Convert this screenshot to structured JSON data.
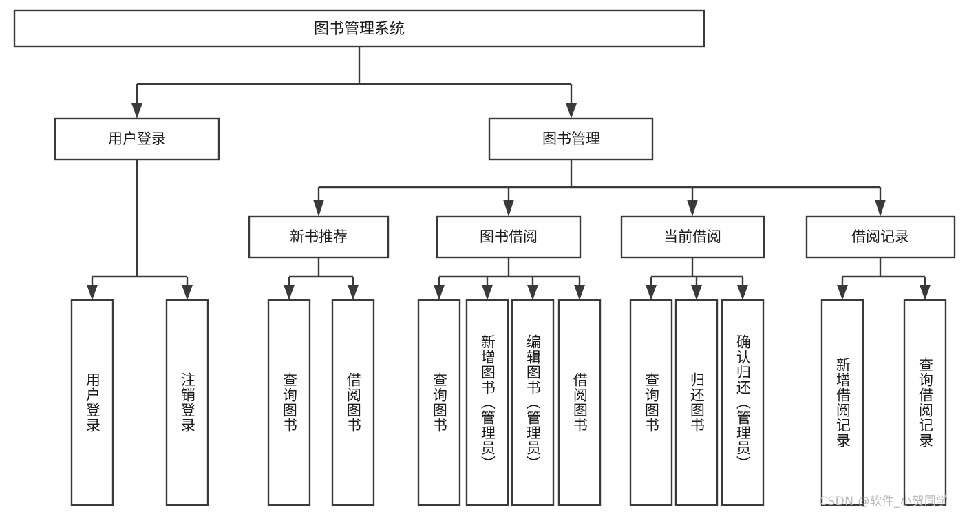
{
  "diagram": {
    "type": "tree-hierarchy",
    "title": "图书管理系统",
    "orientation": "top-down",
    "colors": {
      "box_fill": "#ffffff",
      "box_stroke": "#3a3a3a",
      "text": "#1b1b1b",
      "watermark": "#b9b9b9",
      "background": "#ffffff"
    },
    "root": {
      "label": "图书管理系统",
      "level": 1
    },
    "level2": [
      {
        "label": "用户登录"
      },
      {
        "label": "图书管理"
      }
    ],
    "level3": [
      {
        "label": "新书推荐"
      },
      {
        "label": "图书借阅"
      },
      {
        "label": "当前借阅"
      },
      {
        "label": "借阅记录"
      }
    ],
    "leaves": {
      "user_login": [
        {
          "label": "用户登录"
        },
        {
          "label": "注销登录"
        }
      ],
      "new_book_recommend": [
        {
          "label": "查询图书"
        },
        {
          "label": "借阅图书"
        }
      ],
      "book_borrow": [
        {
          "label": "查询图书"
        },
        {
          "label": "新增图书（管理员）"
        },
        {
          "label": "编辑图书（管理员）"
        },
        {
          "label": "借阅图书"
        }
      ],
      "current_borrow": [
        {
          "label": "查询图书"
        },
        {
          "label": "归还图书"
        },
        {
          "label": "确认归还（管理员）"
        }
      ],
      "borrow_record": [
        {
          "label": "新增借阅记录"
        },
        {
          "label": "查询借阅记录"
        }
      ]
    }
  },
  "watermark": {
    "text": "CSDN @软件_小贺同学"
  }
}
